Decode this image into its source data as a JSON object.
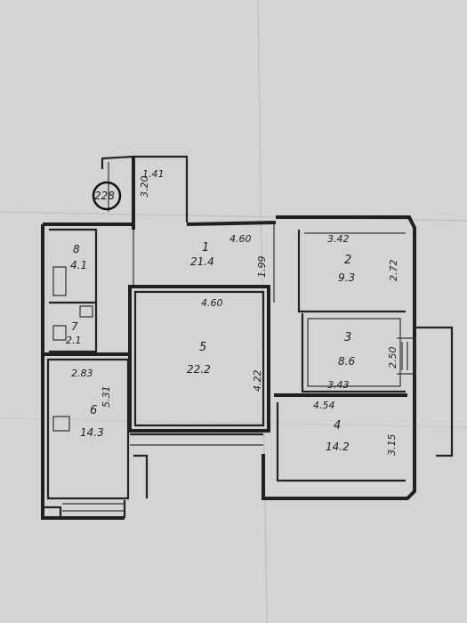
{
  "plan": {
    "inventory_number": "228",
    "rooms": [
      {
        "id": "1",
        "area": "21.4"
      },
      {
        "id": "2",
        "area": "9.3"
      },
      {
        "id": "3",
        "area": "8.6"
      },
      {
        "id": "4",
        "area": "14.2"
      },
      {
        "id": "5",
        "area": "22.2"
      },
      {
        "id": "6",
        "area": "14.3"
      },
      {
        "id": "7",
        "area": "2.1"
      },
      {
        "id": "8",
        "area": "4.1"
      }
    ],
    "dimensions": {
      "balcony_width": "1.41",
      "balcony_depth": "3.20",
      "hall_length": "4.60",
      "hall_width": "1.99",
      "room2_width": "3.42",
      "room2_height": "2.72",
      "room5_width": "4.60",
      "room5_height": "4.22",
      "room3_height": "2.50",
      "room3_width": "3.43",
      "room4_width": "4.54",
      "room4_height": "3.15",
      "room6_width": "2.83",
      "room6_height": "5.31"
    }
  }
}
